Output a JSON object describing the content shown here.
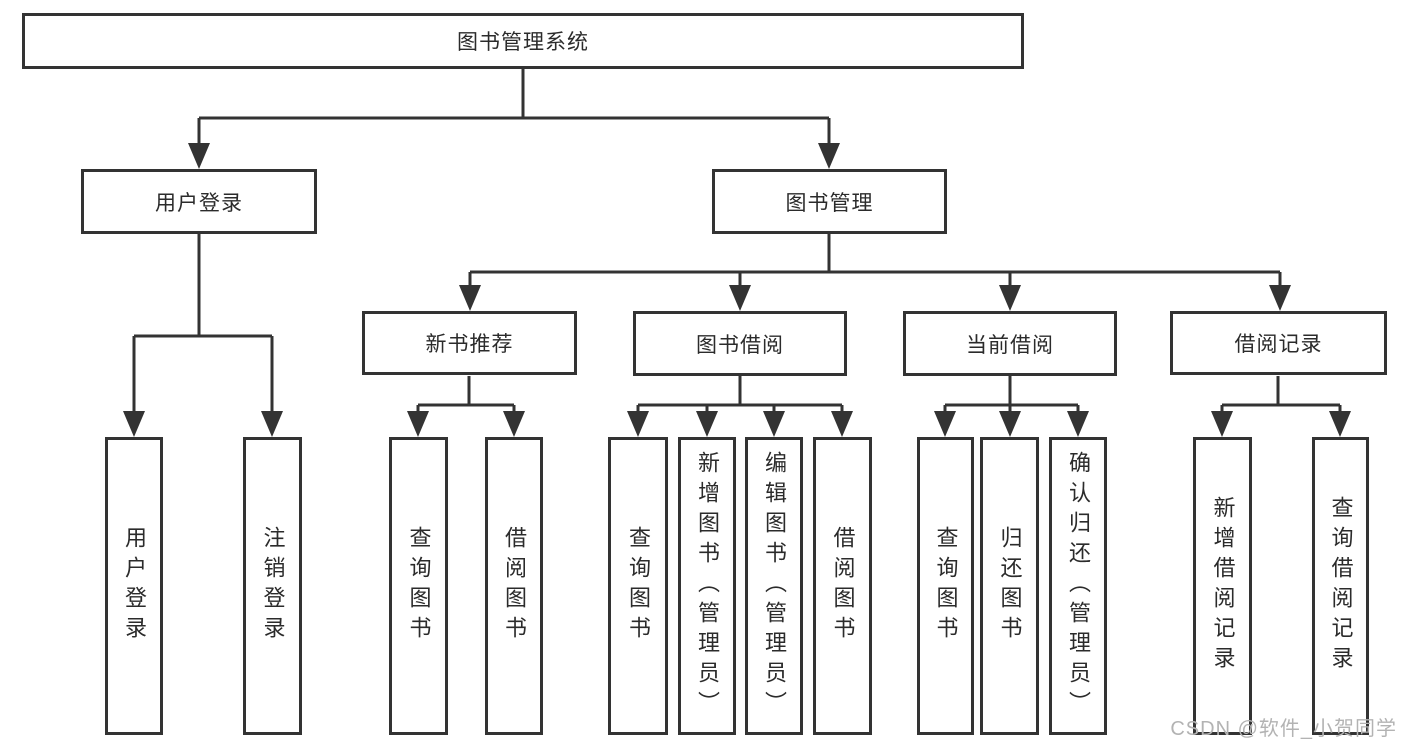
{
  "colors": {
    "line": "#333333",
    "text": "#2b2b2b",
    "box_background": "#ffffff",
    "watermark": "#b3b3b3"
  },
  "root": {
    "label": "图书管理系统"
  },
  "branches": {
    "user_login": {
      "label": "用户登录"
    },
    "book_management": {
      "label": "图书管理"
    }
  },
  "modules": {
    "new_book_recommend": {
      "label": "新书推荐"
    },
    "book_borrow": {
      "label": "图书借阅"
    },
    "current_borrow": {
      "label": "当前借阅"
    },
    "borrow_record": {
      "label": "借阅记录"
    }
  },
  "leaves": {
    "login": {
      "label": "用户登录"
    },
    "logout": {
      "label": "注销登录"
    },
    "nb_query_book": {
      "label": "查询图书"
    },
    "nb_borrow_book": {
      "label": "借阅图书"
    },
    "bb_query_book": {
      "label": "查询图书"
    },
    "bb_add_book": {
      "label": "新增图书（管理员）"
    },
    "bb_edit_book": {
      "label": "编辑图书（管理员）"
    },
    "bb_borrow_book": {
      "label": "借阅图书"
    },
    "cb_query_book": {
      "label": "查询图书"
    },
    "cb_return_book": {
      "label": "归还图书"
    },
    "cb_confirm_return": {
      "label": "确认归还（管理员）"
    },
    "br_add_record": {
      "label": "新增借阅记录"
    },
    "br_query_record": {
      "label": "查询借阅记录"
    }
  },
  "watermark": {
    "text": "CSDN @软件_小贺同学"
  }
}
